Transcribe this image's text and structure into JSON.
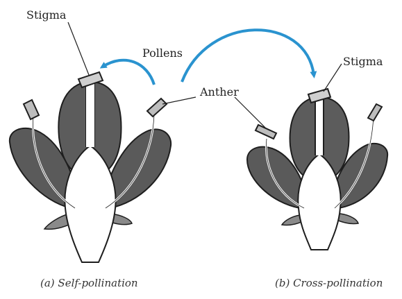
{
  "labels": {
    "stigma_left": "Stigma",
    "pollens": "Pollens",
    "anther": "Anther",
    "stigma_right": "Stigma"
  },
  "captions": {
    "left": "(a) Self-pollination",
    "right": "(b) Cross-pollination"
  },
  "colors": {
    "petal": "#5f5f5f",
    "petal_dark": "#3b3b3b",
    "outline": "#1e1e1e",
    "arrow": "#2a93cf",
    "receptacle": "#ffffff"
  }
}
